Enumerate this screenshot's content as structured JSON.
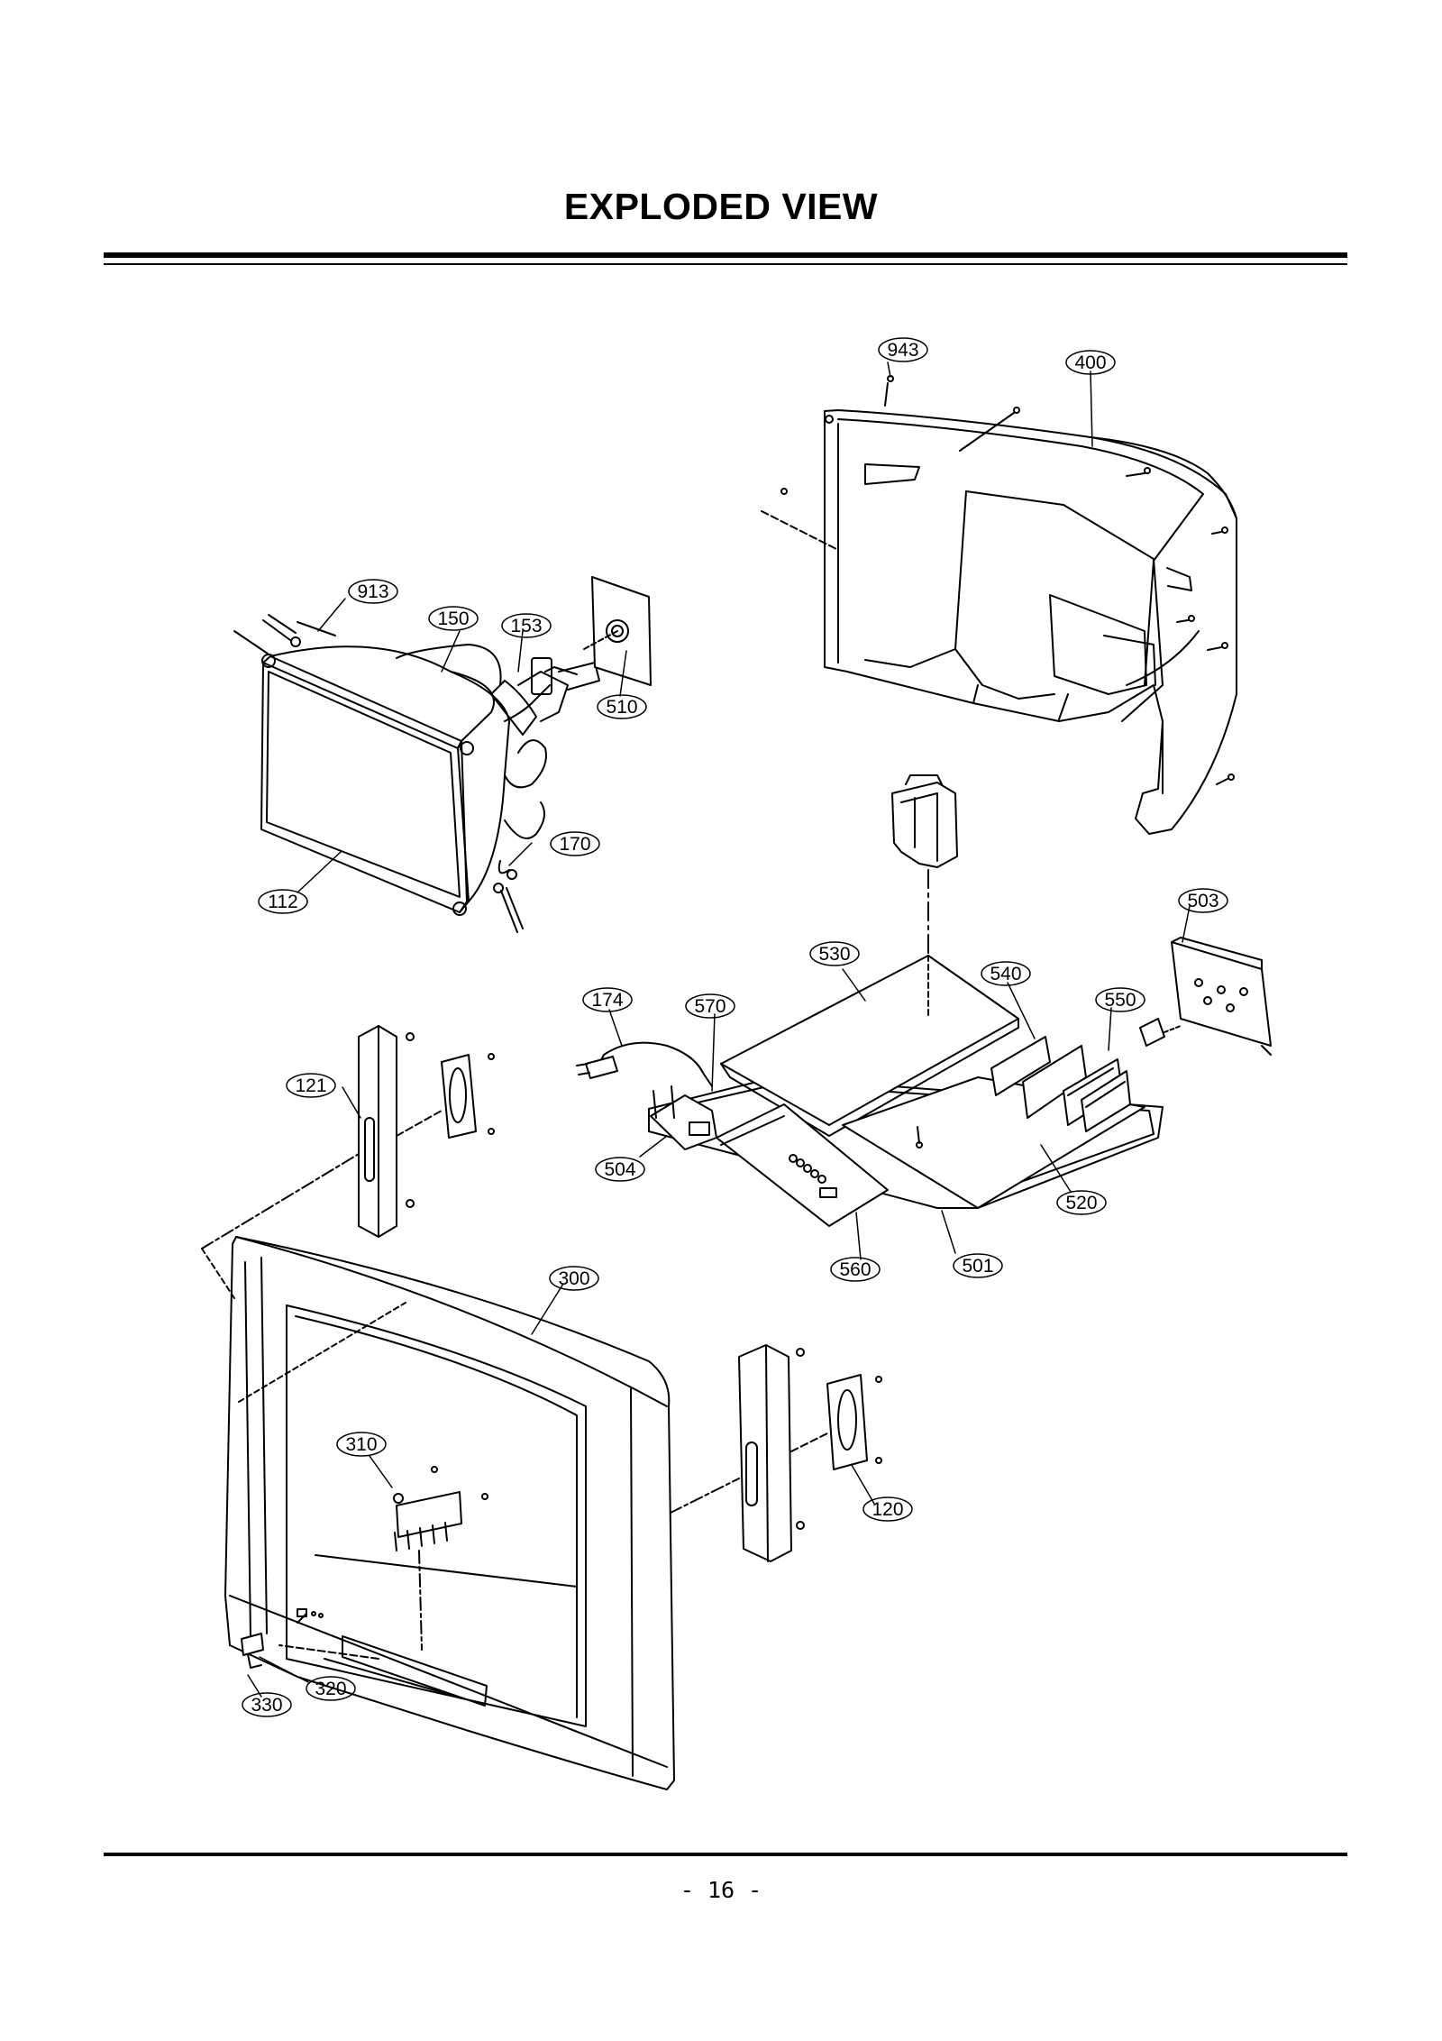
{
  "title": "EXPLODED VIEW",
  "page_number": "- 16 -",
  "callouts": [
    {
      "id": "943",
      "label": "943"
    },
    {
      "id": "400",
      "label": "400"
    },
    {
      "id": "913",
      "label": "913"
    },
    {
      "id": "150",
      "label": "150"
    },
    {
      "id": "153",
      "label": "153"
    },
    {
      "id": "510",
      "label": "510"
    },
    {
      "id": "170",
      "label": "170"
    },
    {
      "id": "112",
      "label": "112"
    },
    {
      "id": "503",
      "label": "503"
    },
    {
      "id": "530",
      "label": "530"
    },
    {
      "id": "540",
      "label": "540"
    },
    {
      "id": "174",
      "label": "174"
    },
    {
      "id": "570",
      "label": "570"
    },
    {
      "id": "550",
      "label": "550"
    },
    {
      "id": "121",
      "label": "121"
    },
    {
      "id": "504",
      "label": "504"
    },
    {
      "id": "520",
      "label": "520"
    },
    {
      "id": "560",
      "label": "560"
    },
    {
      "id": "501",
      "label": "501"
    },
    {
      "id": "300",
      "label": "300"
    },
    {
      "id": "310",
      "label": "310"
    },
    {
      "id": "120",
      "label": "120"
    },
    {
      "id": "320",
      "label": "320"
    },
    {
      "id": "330",
      "label": "330"
    }
  ]
}
